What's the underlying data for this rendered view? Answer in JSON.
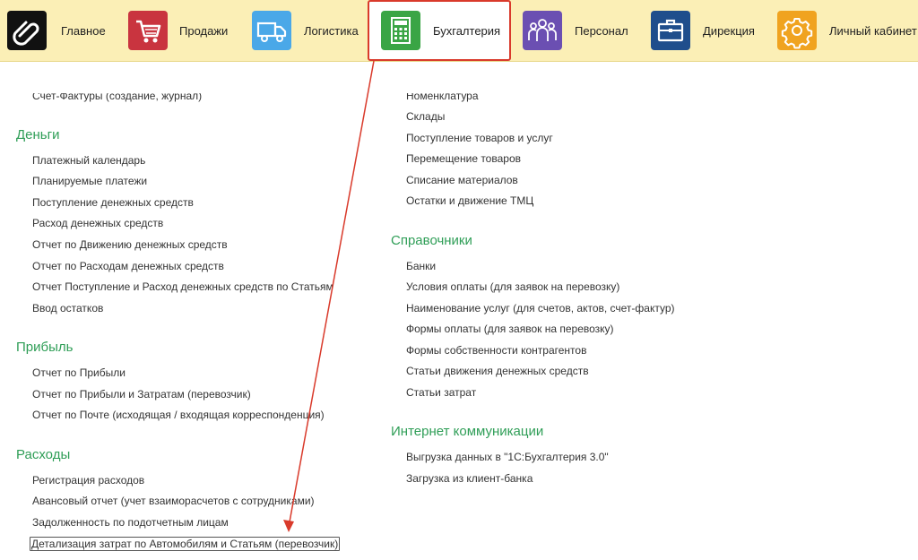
{
  "topnav": {
    "tabs": [
      {
        "label": "Главное",
        "icon": "clip-icon",
        "color": "#111111"
      },
      {
        "label": "Продажи",
        "icon": "cart-icon",
        "color": "#c9343f"
      },
      {
        "label": "Логистика",
        "icon": "truck-icon",
        "color": "#4aa8e8"
      },
      {
        "label": "Бухгалтерия",
        "icon": "calculator-icon",
        "color": "#3aa545",
        "active": true
      },
      {
        "label": "Персонал",
        "icon": "people-icon",
        "color": "#6b4fb2"
      },
      {
        "label": "Дирекция",
        "icon": "briefcase-icon",
        "color": "#1f4e8c"
      },
      {
        "label": "Личный кабинет",
        "icon": "gear-icon",
        "color": "#f0a320"
      }
    ]
  },
  "left": {
    "top_partial": "Счет-Фактуры (создание, журнал)",
    "sections": [
      {
        "title": "Деньги",
        "items": [
          "Платежный календарь",
          "Планируемые платежи",
          "Поступление денежных средств",
          "Расход денежных средств",
          "Отчет по Движению денежных средств",
          "Отчет по Расходам денежных средств",
          "Отчет Поступление и Расход денежных средств по Статьям",
          "Ввод остатков"
        ]
      },
      {
        "title": "Прибыль",
        "items": [
          "Отчет по Прибыли",
          "Отчет по Прибыли и Затратам (перевозчик)",
          "Отчет по Почте (исходящая / входящая корреспонденция)"
        ]
      },
      {
        "title": "Расходы",
        "items": [
          "Регистрация расходов",
          "Авансовый отчет (учет взаиморасчетов с сотрудниками)",
          "Задолженность по подотчетным лицам",
          "Детализация затрат по Автомобилям и Статьям (перевозчик)"
        ]
      }
    ]
  },
  "right": {
    "top_partial": "Номенклатура",
    "top_items": [
      "Склады",
      "Поступление товаров и услуг",
      "Перемещение товаров",
      "Списание материалов",
      "Остатки и движение ТМЦ"
    ],
    "sections": [
      {
        "title": "Справочники",
        "items": [
          "Банки",
          "Условия оплаты (для заявок на перевозку)",
          "Наименование услуг (для счетов, актов, счет-фактур)",
          "Формы оплаты (для заявок на перевозку)",
          "Формы собственности контрагентов",
          "Статьи движения денежных средств",
          "Статьи затрат"
        ]
      },
      {
        "title": "Интернет коммуникации",
        "items": [
          "Выгрузка данных в \"1С:Бухгалтерия 3.0\"",
          "Загрузка из клиент-банка"
        ]
      }
    ]
  },
  "colors": {
    "topbar_bg": "#fbefb6",
    "section_title": "#2f9e57",
    "annotation": "#d93a2b"
  }
}
